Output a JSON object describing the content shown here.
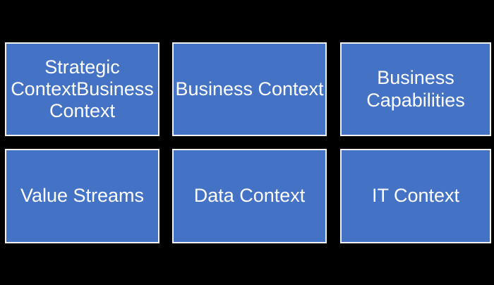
{
  "colors": {
    "background": "#000000",
    "box_fill": "#4472C4",
    "box_border": "#F2F2F2",
    "text": "#FFFFFF"
  },
  "boxes": [
    {
      "label": "Strategic ContextBusiness Context"
    },
    {
      "label": "Business Context"
    },
    {
      "label": "Business Capabilities"
    },
    {
      "label": "Value Streams"
    },
    {
      "label": "Data Context"
    },
    {
      "label": "IT Context"
    }
  ]
}
